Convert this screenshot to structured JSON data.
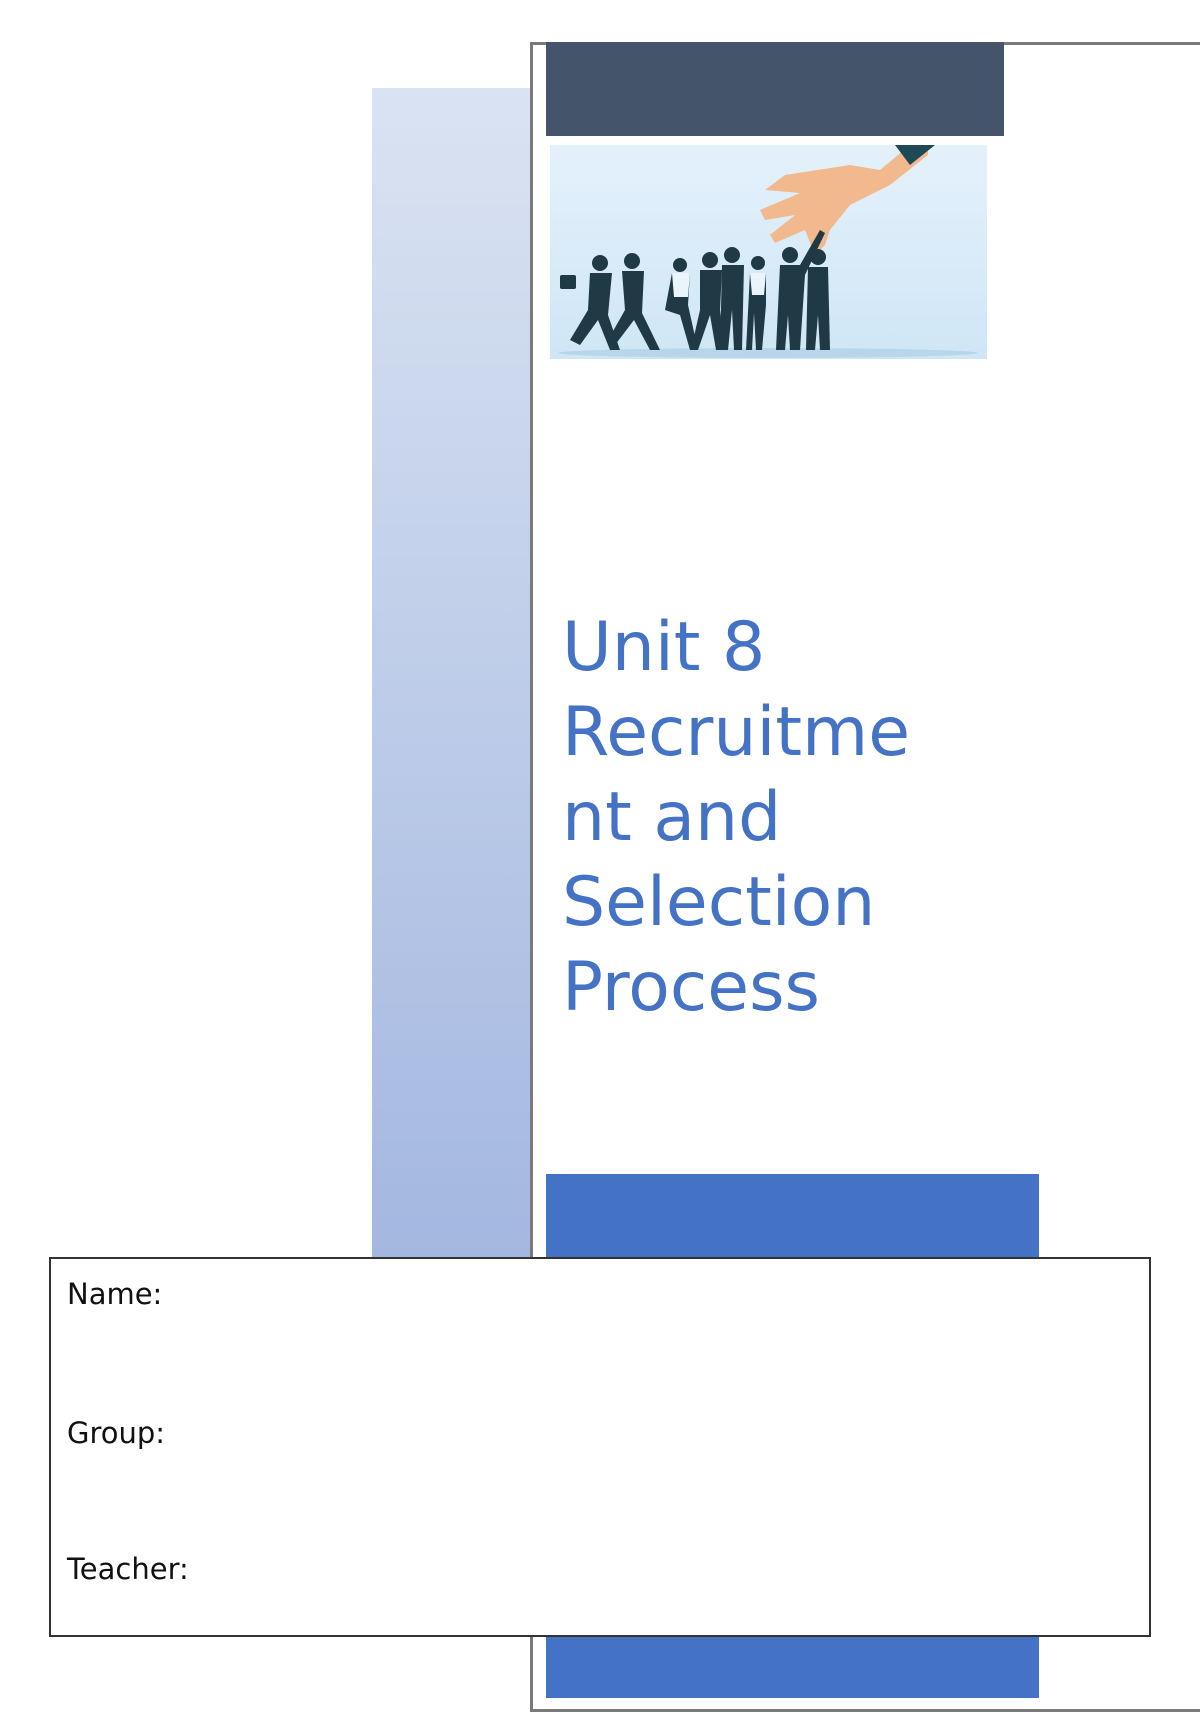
{
  "cover": {
    "title_lines": [
      "Unit 8",
      "Recruitme",
      "nt and",
      "Selection",
      "Process"
    ],
    "image": "recruitment-illustration",
    "colors": {
      "title": "#4472c4",
      "top_bar": "#44546a",
      "accent_bar": "#4472c4",
      "side_strip_top": "#dae3f2",
      "side_strip_bottom": "#a3b7e0",
      "frame_line": "#7a7a7a"
    }
  },
  "info_box": {
    "fields": [
      {
        "label": "Name:",
        "value": ""
      },
      {
        "label": "Group:",
        "value": ""
      },
      {
        "label": "Teacher:",
        "value": ""
      }
    ]
  }
}
